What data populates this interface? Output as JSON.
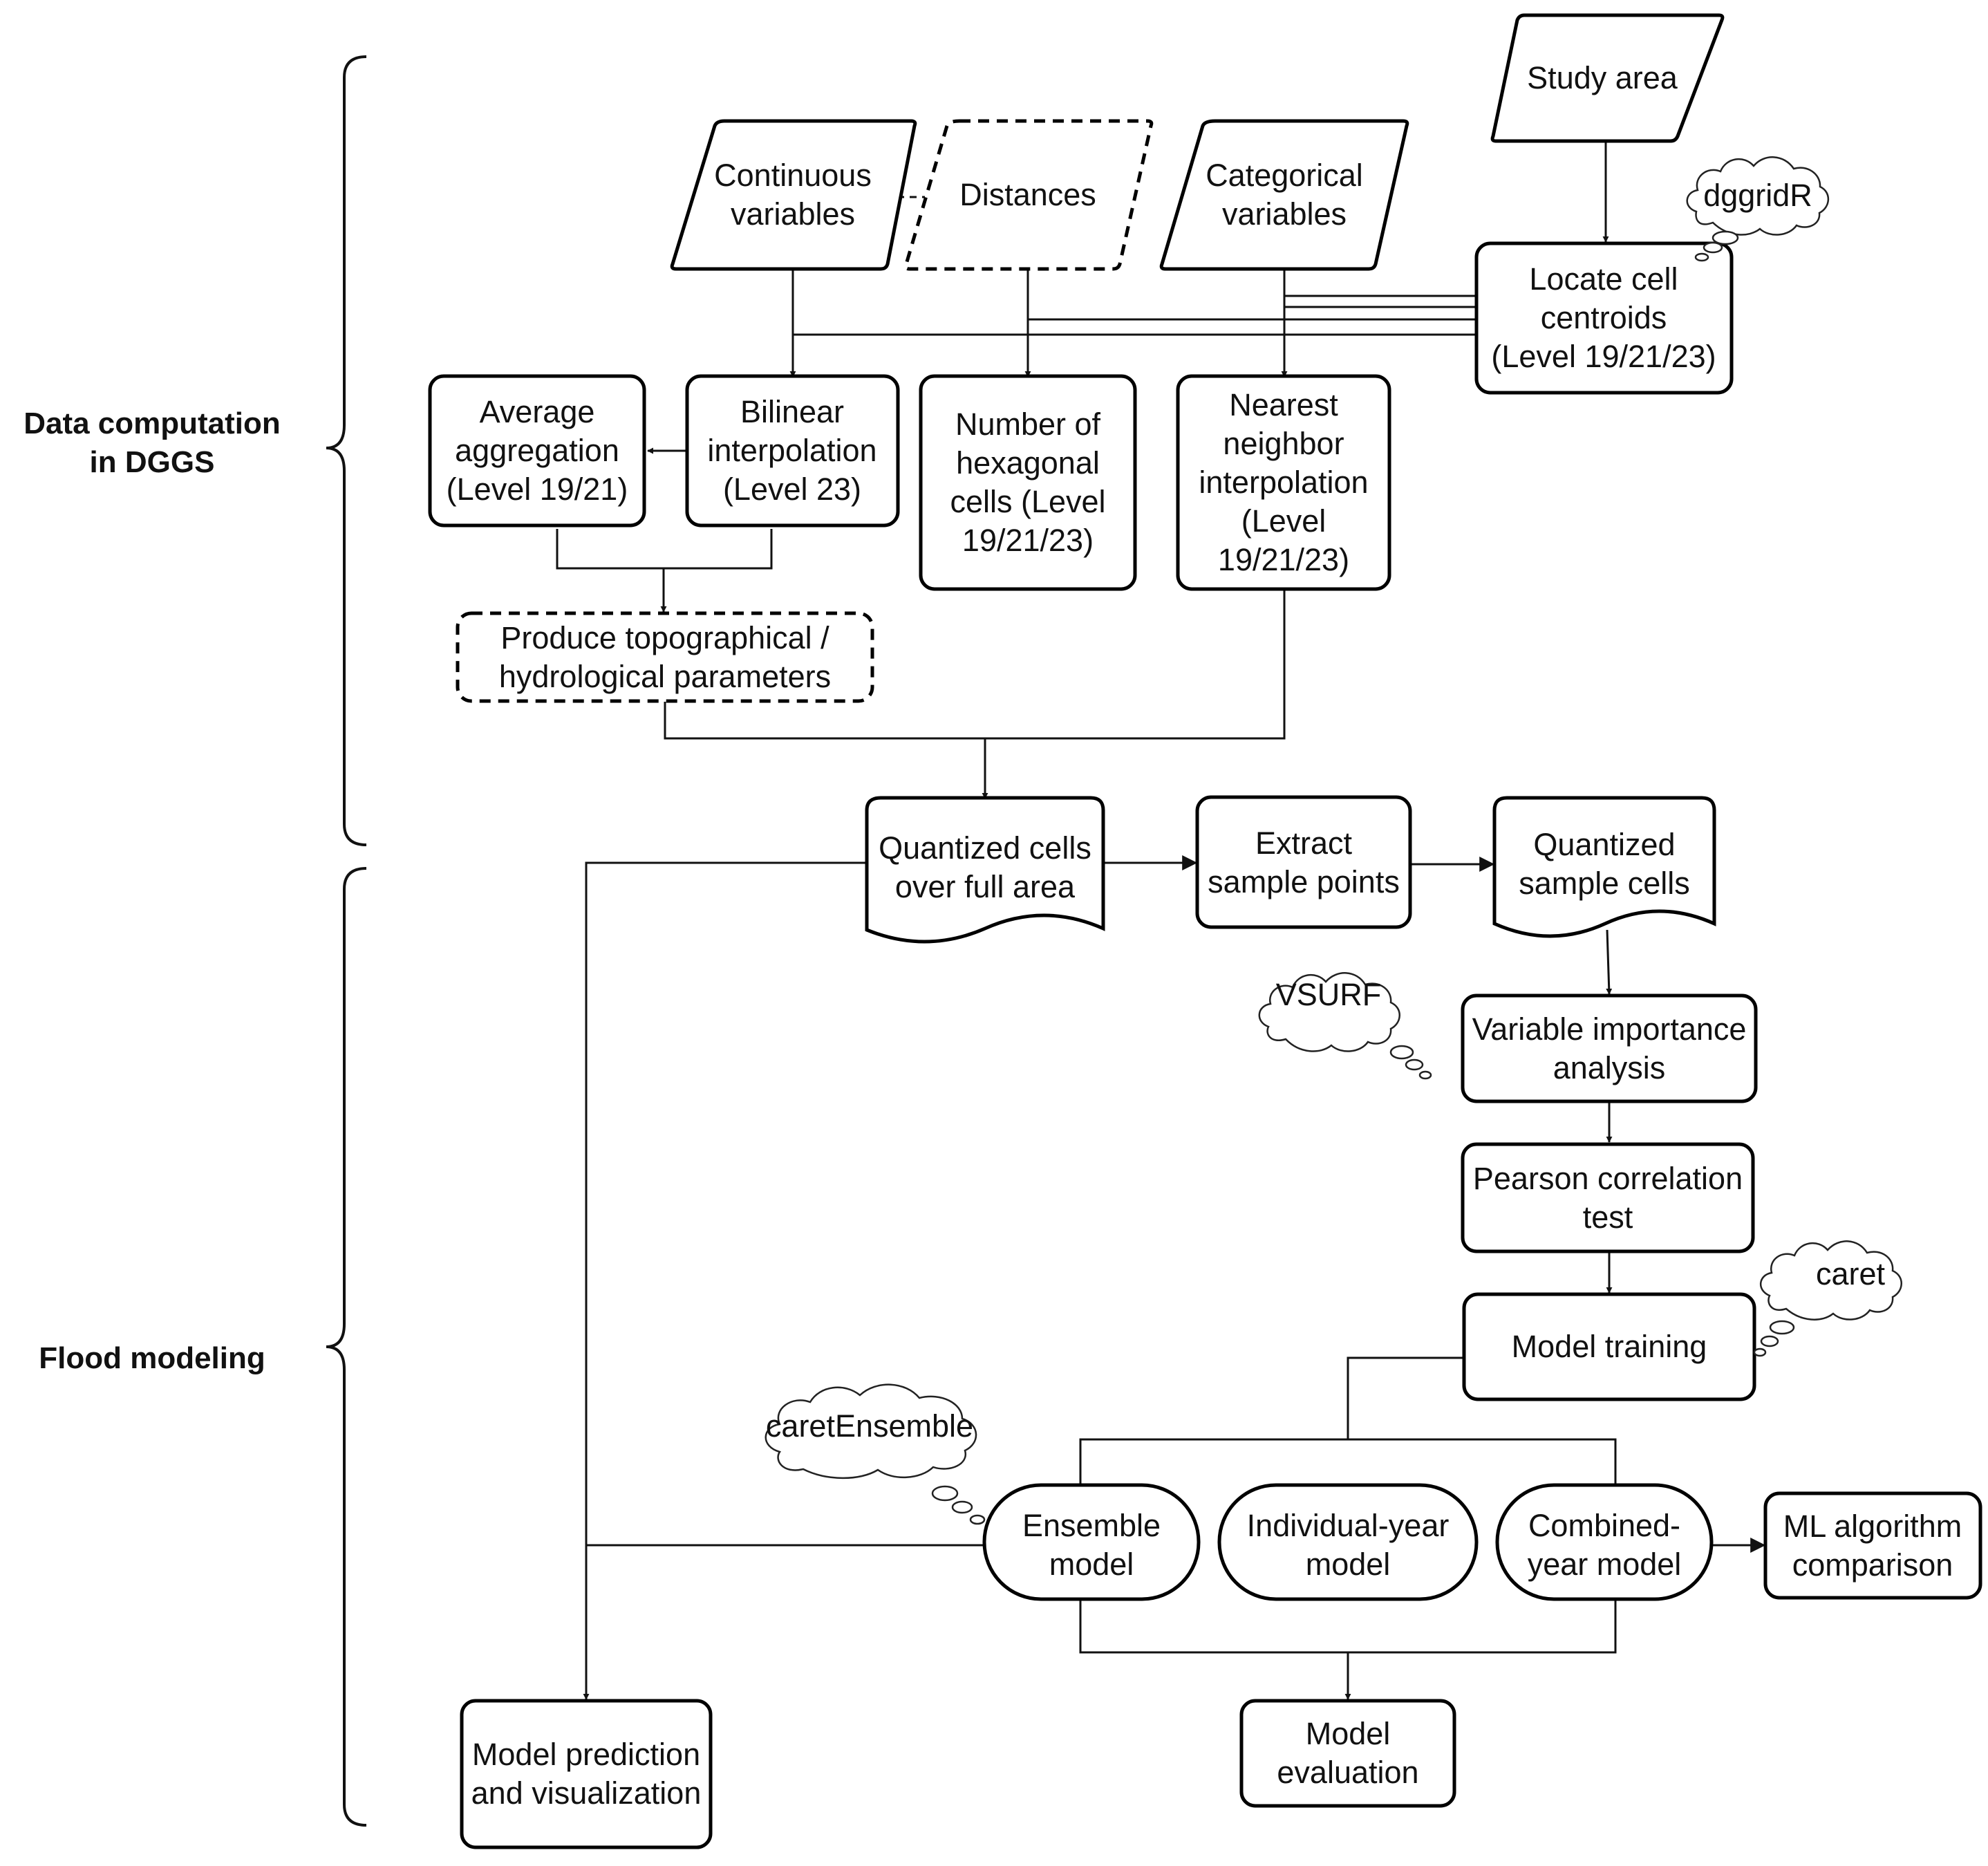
{
  "sections": {
    "data_computation": [
      "Data computation",
      "in DGGS"
    ],
    "flood_modeling": [
      "Flood modeling"
    ]
  },
  "nodes": {
    "study_area": [
      "Study area"
    ],
    "continuous_variables": [
      "Continuous",
      "variables"
    ],
    "distances": [
      "Distances"
    ],
    "categorical_variables": [
      "Categorical",
      "variables"
    ],
    "locate_cell_centroids": [
      "Locate cell",
      "centroids",
      "(Level 19/21/23)"
    ],
    "average_aggregation": [
      "Average",
      "aggregation",
      "(Level 19/21)"
    ],
    "bilinear_interpolation": [
      "Bilinear",
      "interpolation",
      "(Level 23)"
    ],
    "number_of_hexagonal_cells": [
      "Number of",
      "hexagonal",
      "cells (Level",
      "19/21/23)"
    ],
    "nearest_neighbor_interpolation": [
      "Nearest",
      "neighbor",
      "interpolation",
      "(Level",
      "19/21/23)"
    ],
    "produce_parameters": [
      "Produce topographical /",
      "hydrological parameters"
    ],
    "quantized_cells_full_area": [
      "Quantized cells",
      "over full area"
    ],
    "extract_sample_points": [
      "Extract",
      "sample points"
    ],
    "quantized_sample_cells": [
      "Quantized",
      "sample cells"
    ],
    "variable_importance_analysis": [
      "Variable importance",
      "analysis"
    ],
    "pearson_correlation_test": [
      "Pearson correlation",
      "test"
    ],
    "model_training": [
      "Model training"
    ],
    "ensemble_model": [
      "Ensemble",
      "model"
    ],
    "individual_year_model": [
      "Individual-year",
      "model"
    ],
    "combined_year_model": [
      "Combined-",
      "year model"
    ],
    "ml_algorithm_comparison": [
      "ML algorithm",
      "comparison"
    ],
    "model_prediction_visualization": [
      "Model prediction",
      "and visualization"
    ],
    "model_evaluation": [
      "Model",
      "evaluation"
    ]
  },
  "clouds": {
    "dggridr": "dggridR",
    "vsurf": "VSURF",
    "caret": "caret",
    "caretensemble": "caretEnsemble"
  },
  "icons": {
    "brace": "curly-brace-icon",
    "cloud": "thought-cloud-icon",
    "arrow": "arrowhead-icon"
  },
  "colors": {
    "stroke": "#000000",
    "background": "#ffffff",
    "text": "#111111"
  }
}
